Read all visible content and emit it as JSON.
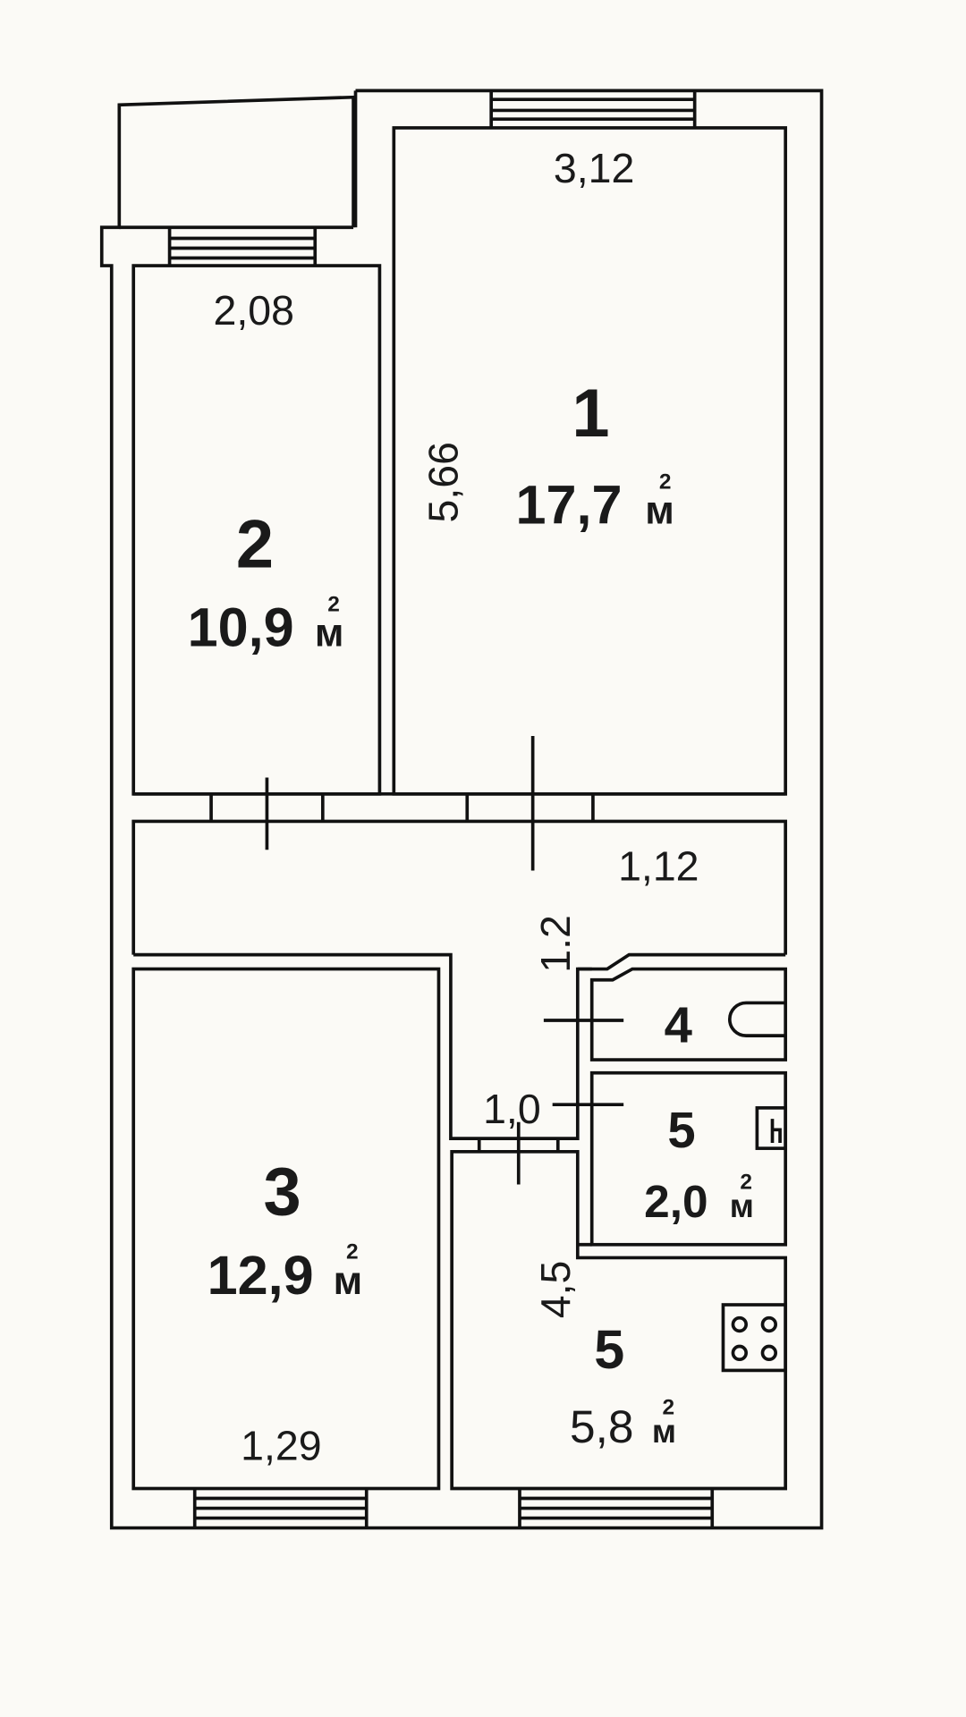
{
  "rooms": [
    {
      "number": "1",
      "area": "17,7",
      "unit": "м",
      "sup": "2"
    },
    {
      "number": "2",
      "area": "10,9",
      "unit": "м",
      "sup": "2"
    },
    {
      "number": "3",
      "area": "12,9",
      "unit": "м",
      "sup": "2"
    },
    {
      "number": "4"
    },
    {
      "number": "5",
      "area": "2,0",
      "unit": "м",
      "sup": "2"
    },
    {
      "number": "5",
      "area": "5,8",
      "unit": "м",
      "sup": "2"
    }
  ],
  "dimensions": {
    "room1_width": "3,12",
    "room1_length": "5,66",
    "room2_width": "2,08",
    "corridor_width": "1,12",
    "corridor_length": "1.2",
    "passage_width": "1,0",
    "kitchen_length": "4,5",
    "room3_width": "1,29"
  },
  "colors": {
    "background": "#fbfaf6",
    "lines": "#111111"
  }
}
